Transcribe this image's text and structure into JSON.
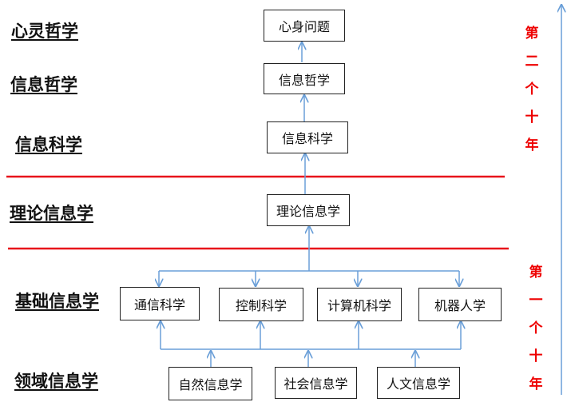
{
  "levels": {
    "mind_philosophy": "心灵哲学",
    "info_philosophy": "信息哲学",
    "info_science": "信息科学",
    "theoretical_info": "理论信息学",
    "basic_info": "基础信息学",
    "domain_info": "领域信息学"
  },
  "nodes": {
    "mind_body": "心身问题",
    "info_philosophy": "信息哲学",
    "info_science": "信息科学",
    "theoretical_info": "理论信息学",
    "communication": "通信科学",
    "control": "控制科学",
    "computer": "计算机科学",
    "robotics": "机器人学",
    "natural_info": "自然信息学",
    "social_info": "社会信息学",
    "humanities_info": "人文信息学"
  },
  "periods": {
    "second_decade": [
      "第",
      "二",
      "个",
      "十",
      "年"
    ],
    "first_decade": [
      "第",
      "一",
      "个",
      "十",
      "年"
    ]
  },
  "colors": {
    "separator": "#e8141b",
    "arrow": "#6a9fd8",
    "period_text": "#ee0000"
  }
}
